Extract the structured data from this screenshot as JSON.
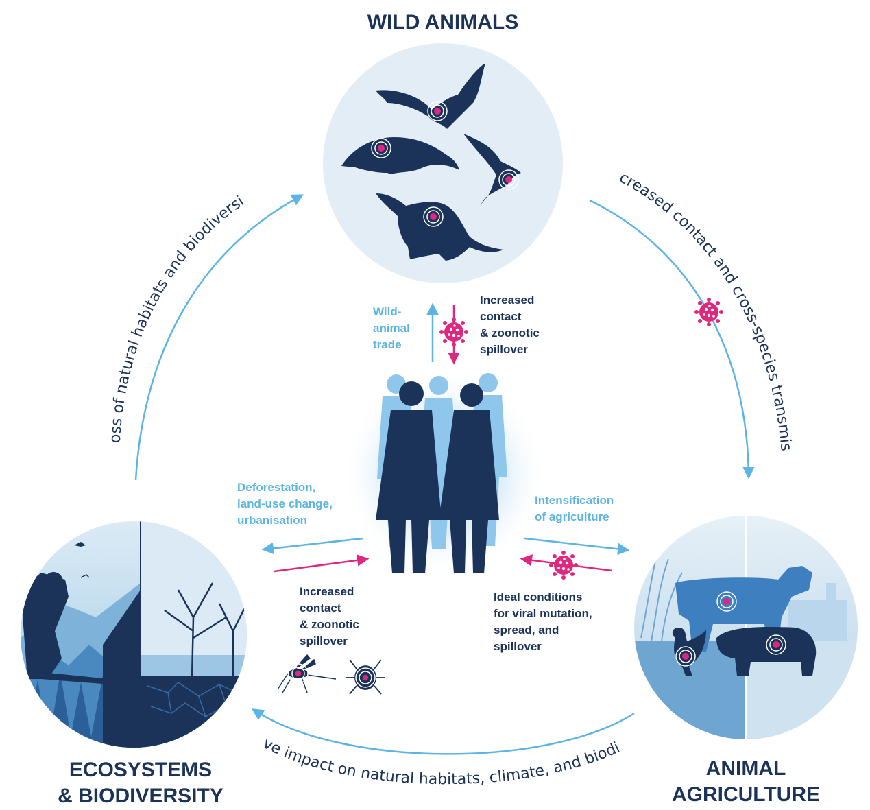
{
  "nodes": {
    "wild_animals": "WILD ANIMALS",
    "ecosystems_line1": "ECOSYSTEMS",
    "ecosystems_line2": "& BIODIVERSITY",
    "agriculture_line1": "ANIMAL",
    "agriculture_line2": "AGRICULTURE"
  },
  "arcs": {
    "left": "Loss of natural habitats and biodiversity",
    "right": "Increased contact and cross-species transmission",
    "bottom": "Negative impact on natural habitats, climate, and biodiversity"
  },
  "inner_labels": {
    "wild_trade": [
      "Wild-",
      "animal",
      "trade"
    ],
    "zoonotic_top": [
      "Increased",
      "contact",
      "& zoonotic",
      "spillover"
    ],
    "deforestation": [
      "Deforestation,",
      "land-use change,",
      "urbanisation"
    ],
    "zoonotic_left": [
      "Increased",
      "contact",
      "& zoonotic",
      "spillover"
    ],
    "intensification": [
      "Intensification",
      "of agriculture"
    ],
    "ideal_conditions": [
      "Ideal conditions",
      "for viral mutation,",
      "spread, and",
      "spillover"
    ]
  },
  "colors": {
    "navy": "#1b3358",
    "light_blue": "#5cb4e2",
    "magenta": "#e0277f",
    "circle_fill": "#e2edf5"
  },
  "icons": [
    "bat-icon",
    "pangolin-icon",
    "bird-icon",
    "civet-icon",
    "cow-icon",
    "pig-icon",
    "chicken-icon",
    "mosquito-icon",
    "tick-icon",
    "virus-icon",
    "human-figures-icon"
  ]
}
